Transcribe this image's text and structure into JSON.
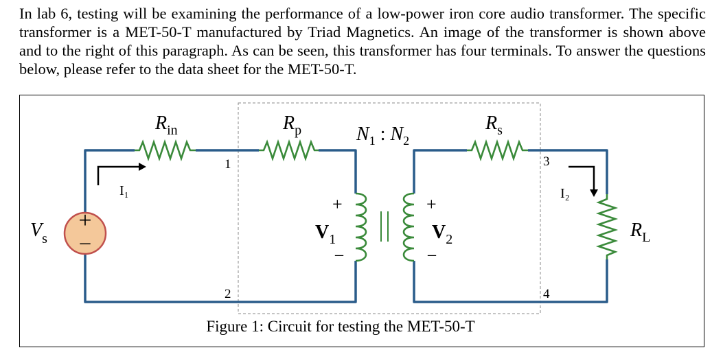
{
  "paragraph": "In lab 6, testing will be examining the performance of a low-power iron core audio transformer. The specific transformer is a MET-50-T manufactured by Triad Magnetics. An image of the transformer is shown above and to the right of this paragraph. As can be seen, this transformer has four terminals. To answer the questions below, please refer to the data sheet for the MET-50-T.",
  "figure": {
    "caption": "Figure 1: Circuit for testing the MET-50-T",
    "labels": {
      "r_in": "R",
      "r_in_sub": "in",
      "r_p": "R",
      "r_p_sub": "p",
      "r_s": "R",
      "r_s_sub": "s",
      "ratio_n1": "N",
      "ratio_n1_sub": "1",
      "ratio_colon": " : ",
      "ratio_n2": "N",
      "ratio_n2_sub": "2",
      "v_s": "V",
      "v_s_sub": "s",
      "v1": "V",
      "v1_sub": "1",
      "v2": "V",
      "v2_sub": "2",
      "r_l": "R",
      "r_l_sub": "L",
      "i1": "I₁",
      "i2": "I₂",
      "plus": "+",
      "minus": "–",
      "terminal_1": "1",
      "terminal_2": "2",
      "terminal_3": "3",
      "terminal_4": "4"
    },
    "colors": {
      "wire": "#2a5c8a",
      "components": "#3a8a3a",
      "source_fill": "#f4c89a",
      "source_stroke": "#c0504d"
    }
  }
}
